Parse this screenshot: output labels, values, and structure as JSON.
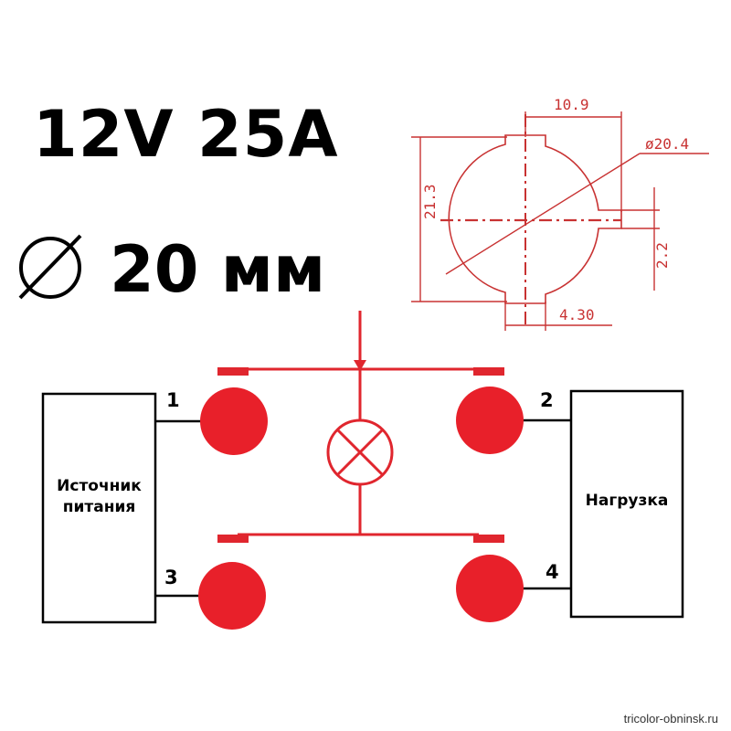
{
  "spec": {
    "rating": "12V 25A",
    "diameter": "20 мм"
  },
  "drawing": {
    "dim_top": "10.9",
    "dim_diameter": "ø20.4",
    "dim_height": "21.3",
    "dim_key": "2.2",
    "dim_bottom": "4.30"
  },
  "circuit": {
    "source_label": "Источник\nпитания",
    "load_label": "Нагрузка",
    "terminals": [
      "1",
      "2",
      "3",
      "4"
    ]
  },
  "footer": {
    "site": "tricolor-obninsk.ru"
  },
  "colors": {
    "contact": "#e8202a",
    "line": "#e0262e",
    "dimension": "#c83232",
    "wire": "#000000"
  }
}
